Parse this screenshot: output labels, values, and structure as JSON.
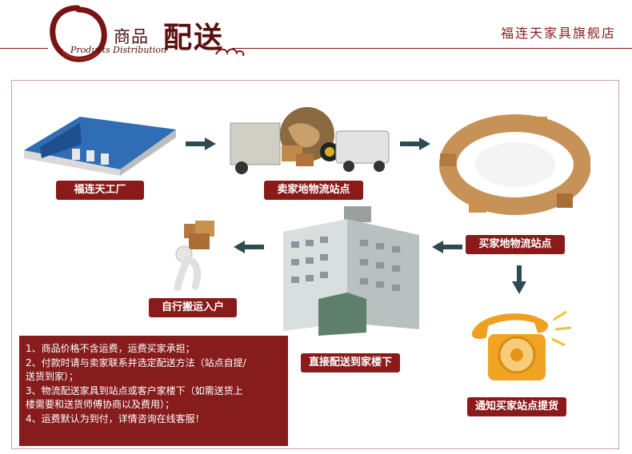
{
  "header": {
    "title_small": "商品",
    "title_big": "配送",
    "subtitle_en": "Products Distribution",
    "shop_name": "福连天家具旗舰店"
  },
  "flow": {
    "factory": "福连天工厂",
    "seller_station": "卖家地物流站点",
    "buyer_station": "买家地物流站点",
    "notify": "通知买家站点提货",
    "deliver_downstairs": "直接配送到家楼下",
    "self_carry": "自行搬运入户"
  },
  "notes": [
    "1、商品价格不含运费，运费买家承担；",
    "2、付款时请与卖家联系并选定配送方法（站点自提/",
    "   送货到家）；",
    "3、物流配送家具到站点或客户家楼下（如需送货上",
    "   楼需要和送货师傅协商以及费用）；",
    "4、运费默认为到付，详情咨询在线客服！"
  ],
  "colors": {
    "label_bg": "#8b1a1a",
    "arrow": "#2f4b52",
    "frame": "#c7a39c"
  }
}
